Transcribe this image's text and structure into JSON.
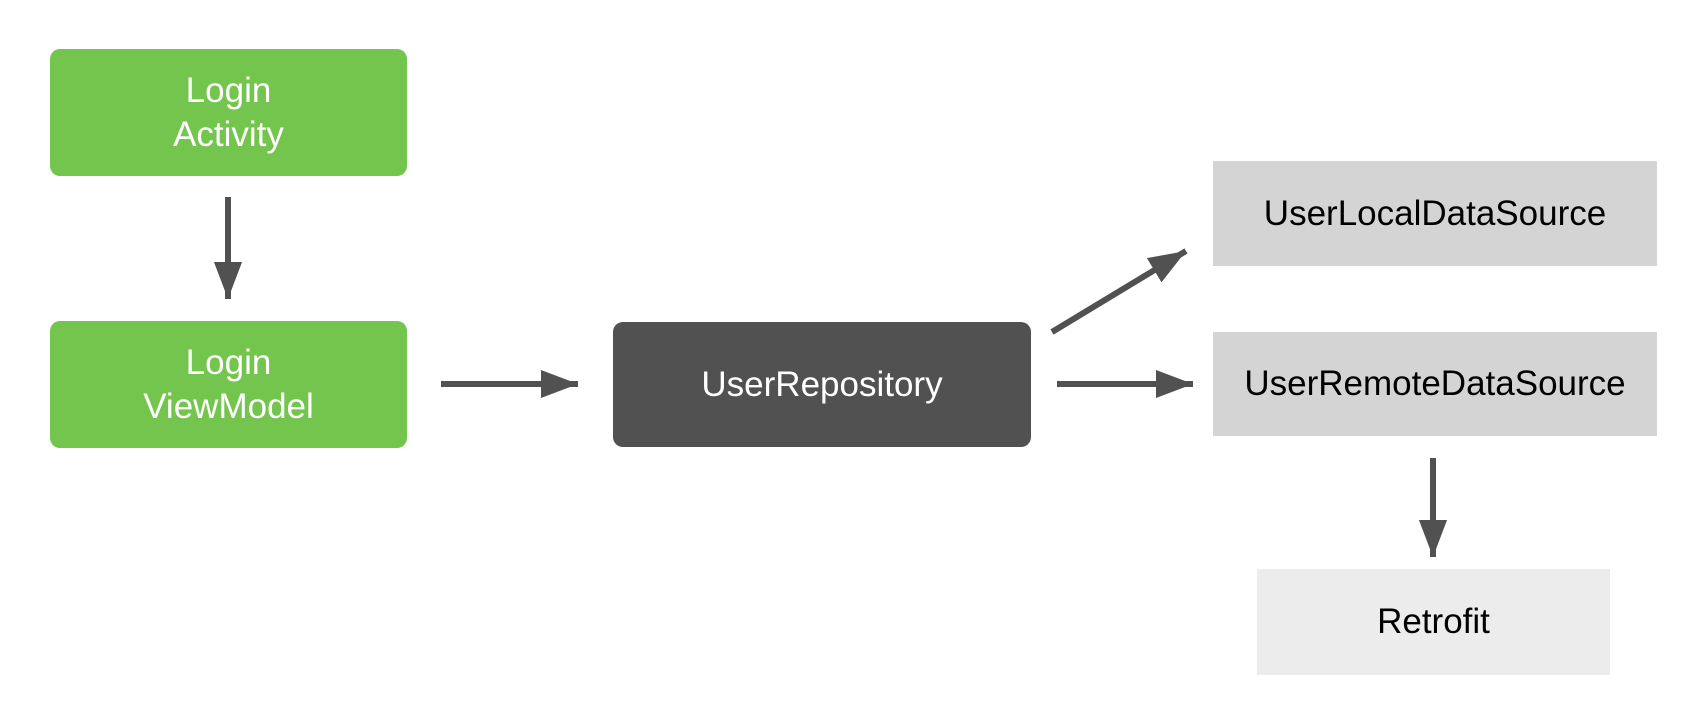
{
  "diagram": {
    "background_color": "#ffffff",
    "nodes": {
      "login_activity": {
        "line1": "Login",
        "line2": "Activity",
        "fill_color": "#74c54e",
        "text_color": "#ffffff",
        "shape": "rounded-rect"
      },
      "login_viewmodel": {
        "line1": "Login",
        "line2": "ViewModel",
        "fill_color": "#74c54e",
        "text_color": "#ffffff",
        "shape": "rounded-rect"
      },
      "user_repository": {
        "label": "UserRepository",
        "fill_color": "#515151",
        "text_color": "#ffffff",
        "shape": "rounded-rect"
      },
      "user_local_data_source": {
        "label": "UserLocalDataSource",
        "fill_color": "#d4d4d4",
        "text_color": "#000000",
        "shape": "rect"
      },
      "user_remote_data_source": {
        "label": "UserRemoteDataSource",
        "fill_color": "#d4d4d4",
        "text_color": "#000000",
        "shape": "rect"
      },
      "retrofit": {
        "label": "Retrofit",
        "fill_color": "#ececec",
        "text_color": "#000000",
        "shape": "rect"
      }
    },
    "edges": [
      {
        "from": "login_activity",
        "to": "login_viewmodel",
        "direction": "down"
      },
      {
        "from": "login_viewmodel",
        "to": "user_repository",
        "direction": "right"
      },
      {
        "from": "user_repository",
        "to": "user_local_data_source",
        "direction": "up-right"
      },
      {
        "from": "user_repository",
        "to": "user_remote_data_source",
        "direction": "right"
      },
      {
        "from": "user_remote_data_source",
        "to": "retrofit",
        "direction": "down"
      }
    ],
    "arrow_color": "#515151"
  }
}
